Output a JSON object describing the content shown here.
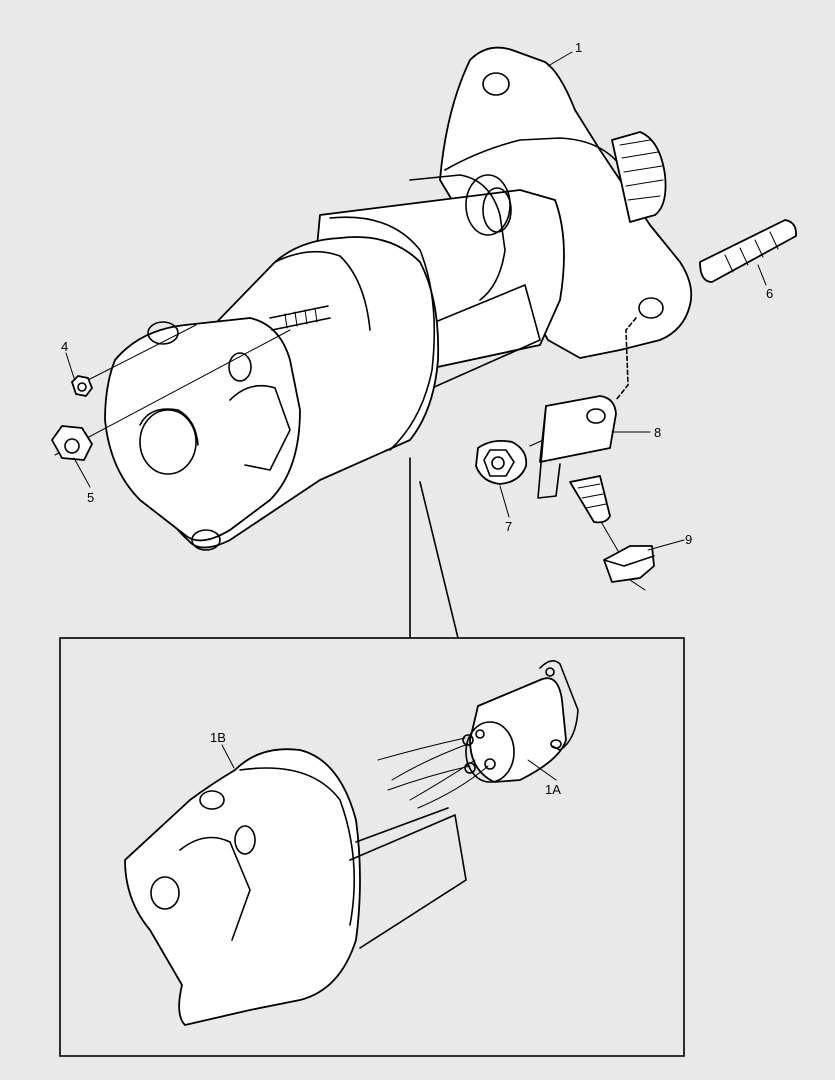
{
  "callouts": {
    "c1": "1",
    "c4": "4",
    "c5": "5",
    "c6": "6",
    "c7": "7",
    "c8": "8",
    "c9": "9",
    "c1a": "1A",
    "c1b": "1B"
  },
  "colors": {
    "background": "#e9e9e9",
    "line": "#000000",
    "fill": "#ffffff"
  }
}
